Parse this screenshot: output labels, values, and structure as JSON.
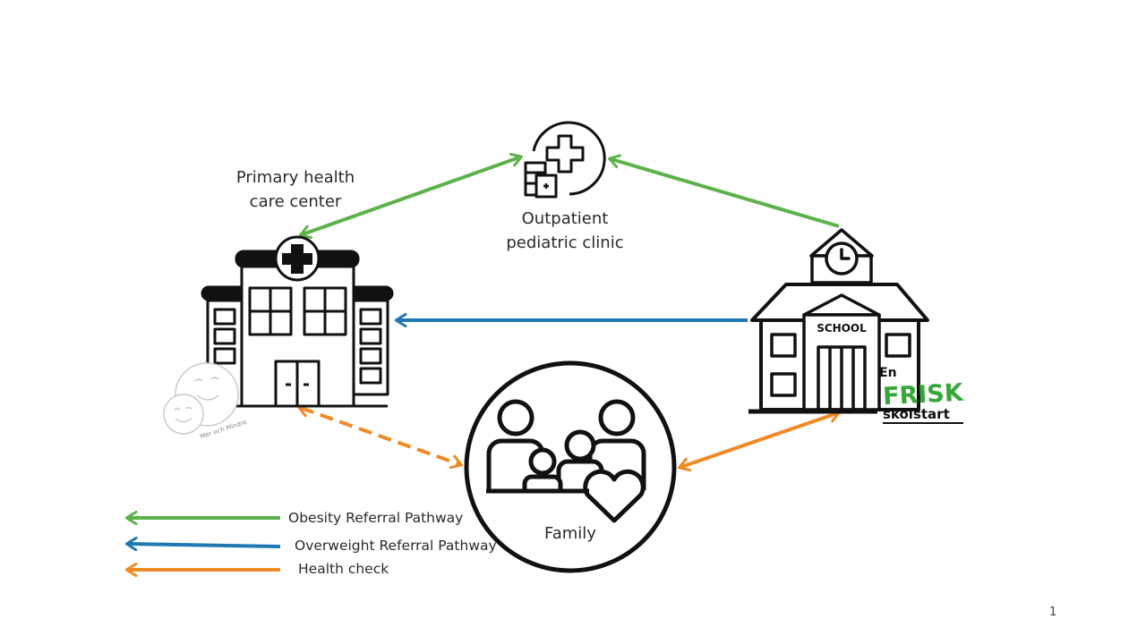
{
  "nodes": {
    "outpatient": {
      "line1": "Outpatient",
      "line2": "pediatric clinic"
    },
    "primary": {
      "line1": "Primary health",
      "line2": "care center"
    },
    "school": {
      "sign": "SCHOOL"
    },
    "family": {
      "label": "Family"
    }
  },
  "logos": {
    "mer_och_mindre": "Mer och Mindre",
    "en_frisk": {
      "line1": "En",
      "line2": "FRISK",
      "line3": "skolstart"
    }
  },
  "legend": [
    {
      "label": "Obesity Referral Pathway",
      "color": "#5cb24a"
    },
    {
      "label": "Overweight Referral Pathway",
      "color": "#1f78b4"
    },
    {
      "label": "Health check",
      "color": "#f08a24"
    }
  ],
  "colors": {
    "obesity": "#5cb24a",
    "overweight": "#1f78b4",
    "health_check": "#f08a24",
    "icon_stroke": "#111111"
  },
  "page_number": "1"
}
